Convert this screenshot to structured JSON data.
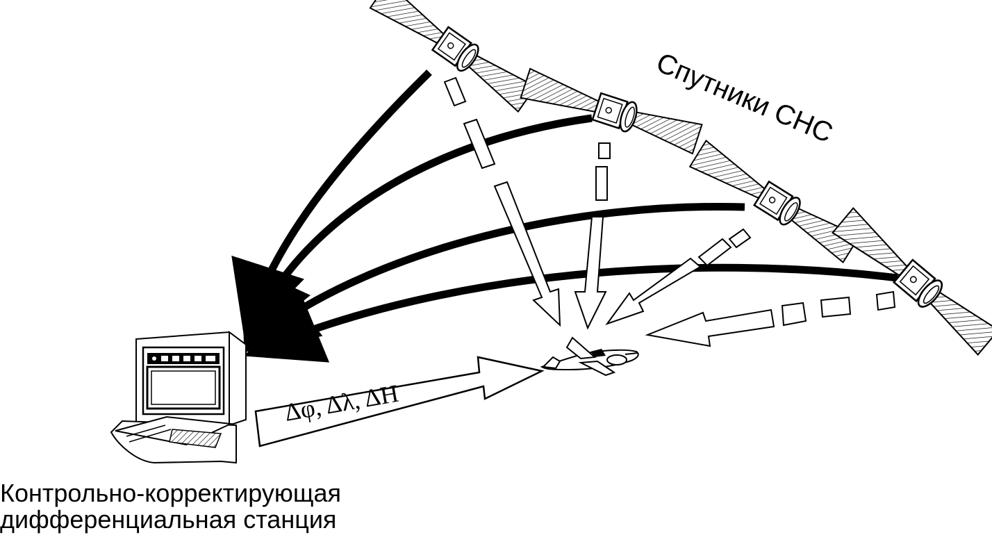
{
  "labels": {
    "satellites": "Спутники СНС",
    "station_line1": "Контрольно-корректирующая",
    "station_line2": "дифференциальная станция",
    "corrections": "Δφ, Δλ, ΔH"
  },
  "icons": {
    "satellite": "satellite-icon",
    "computer": "computer-terminal-icon",
    "aircraft": "aircraft-icon"
  },
  "colors": {
    "line": "#000000",
    "background": "#ffffff"
  }
}
